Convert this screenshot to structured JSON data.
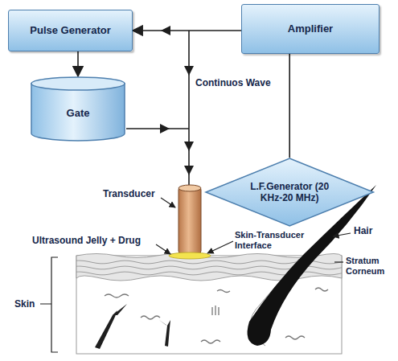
{
  "diagram": {
    "nodes": [
      {
        "text": [
          "Pulse Generator"
        ]
      },
      {
        "text": [
          "Amplifier"
        ]
      },
      {
        "text": [
          "Gate"
        ]
      },
      {
        "text": [
          "L.F.Generator (20 KHz-20 MHz)"
        ]
      }
    ],
    "edges": [
      {
        "from": 1,
        "to": 0,
        "arrow": "to"
      },
      {
        "from": 0,
        "to": 2,
        "arrow": "to"
      },
      {
        "from": 1,
        "to": 3,
        "arrow": "none"
      }
    ],
    "labels": [
      "Continuos Wave",
      "Transducer",
      "Skin-Transducer Interface",
      "Hair",
      "Ultrasound Jelly + Drug",
      "Stratum Corneum",
      "Skin"
    ]
  }
}
